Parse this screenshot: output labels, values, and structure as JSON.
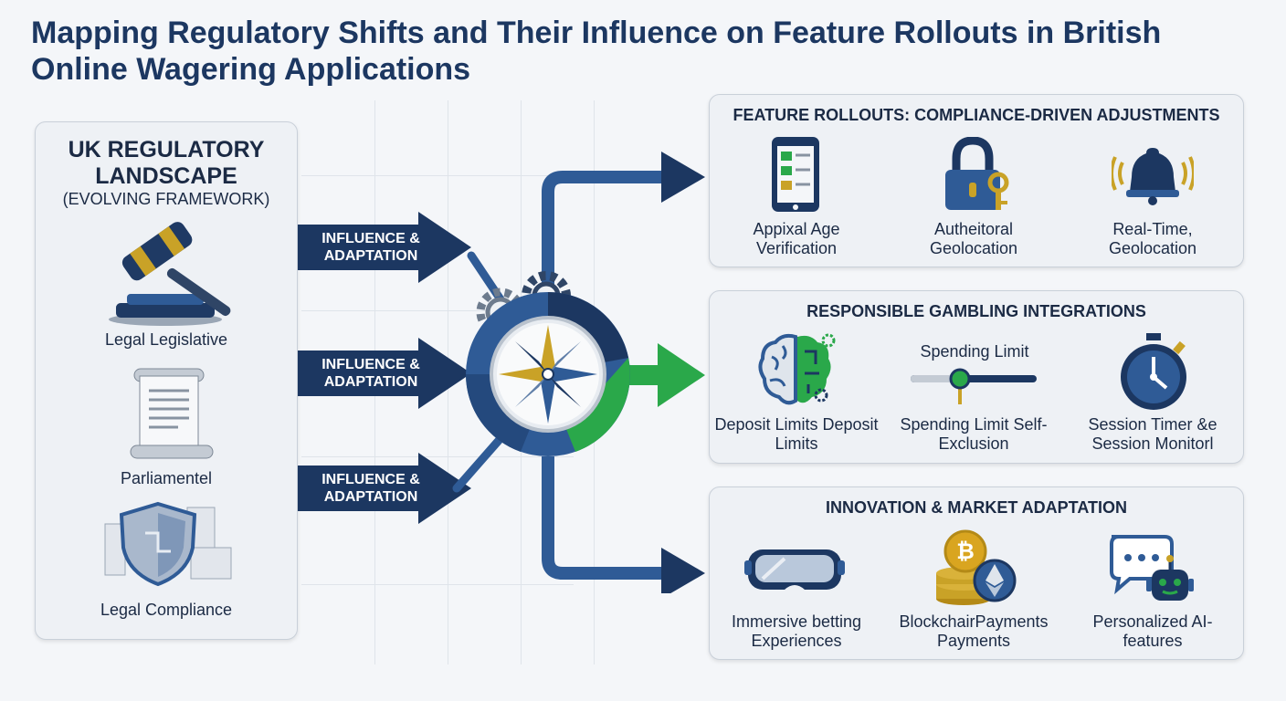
{
  "title": "Mapping Regulatory Shifts and Their Influence on Feature Rollouts in British Online Wagering Applications",
  "left_panel": {
    "title": "UK REGULATORY LANDSCAPE",
    "subtitle": "(EVOLVING FRAMEWORK)",
    "items": [
      {
        "label": "Legal Legislative",
        "icon": "gavel-icon"
      },
      {
        "label": "Parliamentel",
        "icon": "scroll-icon"
      },
      {
        "label": "Legal Compliance",
        "icon": "shield-icon"
      }
    ]
  },
  "arrows": [
    {
      "label": "INFLUENCE & ADAPTATION"
    },
    {
      "label": "INFLUENCE & ADAPTATION"
    },
    {
      "label": "INFLUENCE & ADAPTATION"
    }
  ],
  "hub": {
    "icon": "compass-gear-icon"
  },
  "panels": [
    {
      "title": "FEATURE ROLLOUTS: COMPLIANCE-DRIVEN ADJUSTMENTS",
      "features": [
        {
          "label": "Appixal Age Verification",
          "icon": "tablet-form-icon"
        },
        {
          "label": "Autheitoral Geolocation",
          "icon": "padlock-key-icon"
        },
        {
          "label": "Real-Time, Geolocation",
          "icon": "bell-alert-icon"
        }
      ]
    },
    {
      "title": "RESPONSIBLE GAMBLING INTEGRATIONS",
      "slider_label": "Spending Limit",
      "features": [
        {
          "label": "Deposit Limits Deposit Limits",
          "icon": "brain-circuit-icon"
        },
        {
          "label": "Spending Limit Self-Exclusion",
          "icon": "slider-icon"
        },
        {
          "label": "Session Timer &e Session Monitorl",
          "icon": "stopwatch-icon"
        }
      ]
    },
    {
      "title": "INNOVATION & MARKET ADAPTATION",
      "features": [
        {
          "label": "Immersive betting Experiences",
          "icon": "vr-headset-icon"
        },
        {
          "label": "BlockchairPayments Payments",
          "icon": "crypto-coins-icon"
        },
        {
          "label": "Personalized AI- features",
          "icon": "chatbot-icon"
        }
      ]
    }
  ],
  "colors": {
    "navy": "#1c3761",
    "green": "#2aa84a",
    "gold": "#c9a227",
    "blue": "#2f5b96"
  }
}
